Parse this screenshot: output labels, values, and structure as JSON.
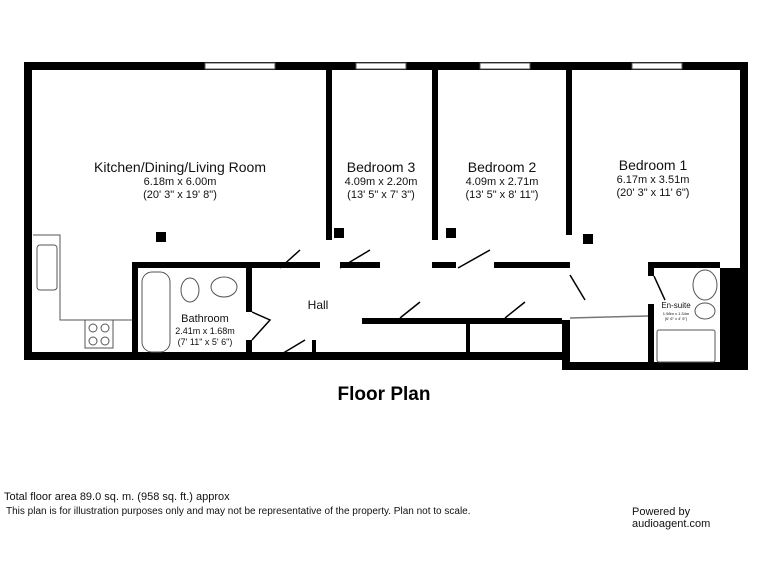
{
  "rooms": [
    {
      "name": "Kitchen/Dining/Living Room",
      "metric": "6.18m x 6.00m",
      "imperial": "(20' 3\" x 19' 8\")"
    },
    {
      "name": "Bedroom 3",
      "metric": "4.09m x 2.20m",
      "imperial": "(13' 5\" x 7' 3\")"
    },
    {
      "name": "Bedroom 2",
      "metric": "4.09m x 2.71m",
      "imperial": "(13' 5\" x 8' 11\")"
    },
    {
      "name": "Bedroom 1",
      "metric": "6.17m x 3.51m",
      "imperial": "(20' 3\" x 11' 6\")"
    },
    {
      "name": "Bathroom",
      "metric": "2.41m x 1.68m",
      "imperial": "(7' 11\" x 5' 6\")"
    },
    {
      "name": "Hall"
    },
    {
      "name": "En-suite",
      "metric": "1.98m x 1.34m",
      "imperial": "(6' 6\" x 4' 5\")"
    }
  ],
  "title": "Floor Plan",
  "footer": {
    "area": "Total floor area 89.0 sq. m. (958 sq. ft.) approx",
    "disclaimer": "This plan is for illustration purposes only and may not be representative of the property. Plan not to scale.",
    "powered": "Powered by audioagent.com"
  },
  "colors": {
    "wall": "#000000",
    "background": "#ffffff"
  }
}
